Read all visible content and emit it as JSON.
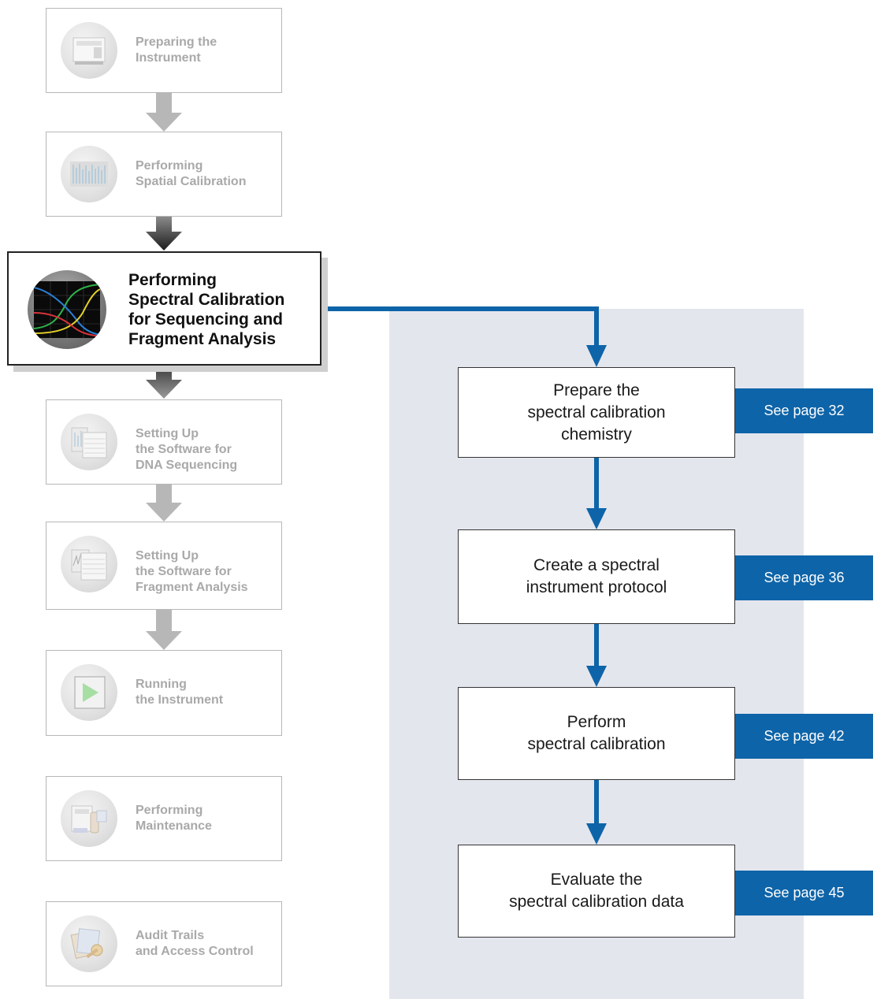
{
  "workflow": {
    "steps": [
      {
        "lines": [
          "Preparing the",
          "Instrument"
        ],
        "icon": "instrument-icon",
        "state": "inactive"
      },
      {
        "lines": [
          "Performing",
          "Spatial Calibration"
        ],
        "icon": "spatial-calibration-icon",
        "state": "inactive"
      },
      {
        "lines": [
          "Performing",
          "Spectral Calibration",
          "for Sequencing and",
          "Fragment Analysis"
        ],
        "icon": "spectral-calibration-icon",
        "state": "active"
      },
      {
        "lines": [
          "Setting Up",
          "the Software for",
          "DNA Sequencing"
        ],
        "icon": "software-sequencing-icon",
        "state": "inactive"
      },
      {
        "lines": [
          "Setting Up",
          "the Software for",
          "Fragment Analysis"
        ],
        "icon": "software-fragment-icon",
        "state": "inactive"
      },
      {
        "lines": [
          "Running",
          "the Instrument"
        ],
        "icon": "play-icon",
        "state": "inactive"
      },
      {
        "lines": [
          "Performing",
          "Maintenance"
        ],
        "icon": "maintenance-icon",
        "state": "inactive"
      },
      {
        "lines": [
          "Audit Trails",
          "and Access Control"
        ],
        "icon": "audit-trails-icon",
        "state": "inactive"
      }
    ]
  },
  "detail": {
    "substeps": [
      {
        "lines": [
          "Prepare the",
          "spectral calibration",
          "chemistry"
        ],
        "page_ref": "See page 32"
      },
      {
        "lines": [
          "Create a spectral",
          "instrument protocol"
        ],
        "page_ref": "See page 36"
      },
      {
        "lines": [
          "Perform",
          "spectral calibration"
        ],
        "page_ref": "See page 42"
      },
      {
        "lines": [
          "Evaluate the",
          "spectral calibration data"
        ],
        "page_ref": "See page 45"
      }
    ]
  },
  "colors": {
    "accent_blue": "#0e64a8",
    "panel_bg": "#e4e6ee",
    "inactive_text": "#a9a9a9",
    "inactive_arrow": "#b7b7b7",
    "active_arrow": "#2b2b2b"
  }
}
